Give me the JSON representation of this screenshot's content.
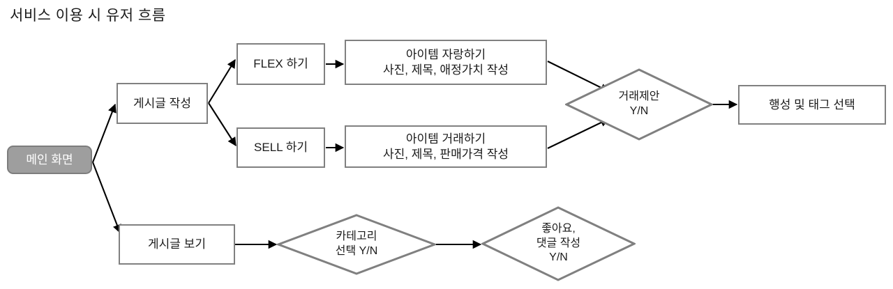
{
  "diagram": {
    "title": "서비스 이용 시 유저 흐름",
    "type": "flowchart",
    "colors": {
      "background": "#ffffff",
      "node_border": "#808080",
      "node_fill": "#ffffff",
      "start_fill": "#9e9e9e",
      "start_text": "#ffffff",
      "edge": "#000000",
      "text": "#1a1a1a"
    },
    "nodes": [
      {
        "id": "main",
        "shape": "rounded-rect",
        "label": "메인 화면"
      },
      {
        "id": "write_post",
        "shape": "rect",
        "label": "게시글 작성"
      },
      {
        "id": "flex",
        "shape": "rect",
        "label": "FLEX 하기"
      },
      {
        "id": "sell",
        "shape": "rect",
        "label": "SELL 하기"
      },
      {
        "id": "item_show",
        "shape": "rect",
        "label": "아이템 자랑하기\n사진, 제목, 애정가치 작성"
      },
      {
        "id": "item_trade",
        "shape": "rect",
        "label": "아이템 거래하기\n사진, 제목, 판매가격 작성"
      },
      {
        "id": "trade_offer",
        "shape": "diamond",
        "label": "거래제안\nY/N"
      },
      {
        "id": "planet_tag",
        "shape": "rect",
        "label": "행성 및 태그 선택"
      },
      {
        "id": "view_post",
        "shape": "rect",
        "label": "게시글 보기"
      },
      {
        "id": "category",
        "shape": "diamond",
        "label": "카테고리\n선택 Y/N"
      },
      {
        "id": "like_comment",
        "shape": "diamond",
        "label": "좋아요,\n댓글 작성\nY/N"
      }
    ],
    "edges": [
      {
        "from": "main",
        "to": "write_post"
      },
      {
        "from": "main",
        "to": "view_post"
      },
      {
        "from": "write_post",
        "to": "flex"
      },
      {
        "from": "write_post",
        "to": "sell"
      },
      {
        "from": "flex",
        "to": "item_show"
      },
      {
        "from": "sell",
        "to": "item_trade"
      },
      {
        "from": "item_show",
        "to": "trade_offer"
      },
      {
        "from": "item_trade",
        "to": "trade_offer"
      },
      {
        "from": "trade_offer",
        "to": "planet_tag"
      },
      {
        "from": "view_post",
        "to": "category"
      },
      {
        "from": "category",
        "to": "like_comment"
      }
    ]
  }
}
